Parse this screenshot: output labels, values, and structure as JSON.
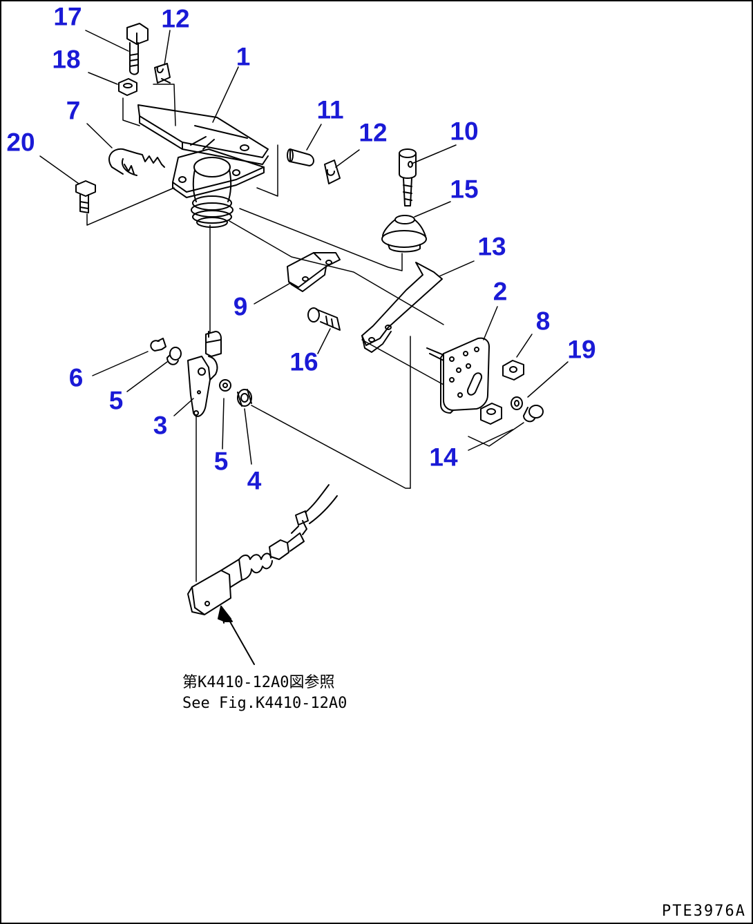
{
  "callouts": [
    {
      "id": "c17",
      "text": "17"
    },
    {
      "id": "c12a",
      "text": "12"
    },
    {
      "id": "c1",
      "text": "1"
    },
    {
      "id": "c18",
      "text": "18"
    },
    {
      "id": "c7",
      "text": "7"
    },
    {
      "id": "c20",
      "text": "20"
    },
    {
      "id": "c11",
      "text": "11"
    },
    {
      "id": "c12b",
      "text": "12"
    },
    {
      "id": "c10",
      "text": "10"
    },
    {
      "id": "c15",
      "text": "15"
    },
    {
      "id": "c13",
      "text": "13"
    },
    {
      "id": "c9",
      "text": "9"
    },
    {
      "id": "c2",
      "text": "2"
    },
    {
      "id": "c8",
      "text": "8"
    },
    {
      "id": "c19",
      "text": "19"
    },
    {
      "id": "c16",
      "text": "16"
    },
    {
      "id": "c6",
      "text": "6"
    },
    {
      "id": "c5a",
      "text": "5"
    },
    {
      "id": "c3",
      "text": "3"
    },
    {
      "id": "c5b",
      "text": "5"
    },
    {
      "id": "c4",
      "text": "4"
    },
    {
      "id": "c14",
      "text": "14"
    }
  ],
  "reference_note": {
    "line_jp": "第K4410-12A0図参照",
    "line_en": "See Fig.K4410-12A0"
  },
  "figure_code": "PTE3976A",
  "colors": {
    "callout": "#1a1ad6",
    "line": "#000000",
    "background": "#ffffff"
  }
}
